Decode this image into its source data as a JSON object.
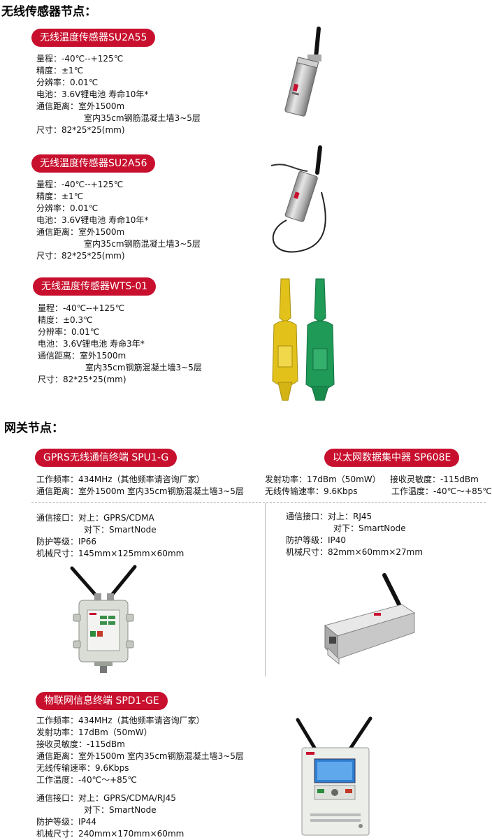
{
  "section_sensors": "无线传感器节点：",
  "sensors": [
    {
      "title": "无线温度传感器SU2A55",
      "range": "量程：-40℃--+125℃",
      "accuracy": "精度：±1℃",
      "resolution": "分辨率：0.01℃",
      "battery": "电池：3.6V锂电池 寿命10年*",
      "distance_outdoor": "通信距离：室外1500m",
      "distance_indoor": "室内35cm钢筋混凝土墙3~5层",
      "size": "尺寸：82*25*25(mm)"
    },
    {
      "title": "无线温度传感器SU2A56",
      "range": "量程：-40℃--+125℃",
      "accuracy": "精度：±1℃",
      "resolution": "分辨率：0.01℃",
      "battery": "电池：3.6V锂电池 寿命10年*",
      "distance_outdoor": "通信距离：室外1500m",
      "distance_indoor": "室内35cm钢筋混凝土墙3~5层",
      "size": "尺寸：82*25*25(mm)"
    },
    {
      "title": "无线温度传感器WTS-01",
      "range": "量程：-40℃--+125℃",
      "accuracy": "精度：±0.3℃",
      "resolution": "分辨率：0.01℃",
      "battery": "电池：3.6V锂电池 寿命3年*",
      "distance_outdoor": "通信距离：室外1500m",
      "distance_indoor": "室内35cm钢筋混凝土墙3~5层",
      "size": "尺寸：82*25*25(mm)"
    }
  ],
  "section_gateways": "网关节点：",
  "spu": {
    "title": "GPRS无线通信终端 SPU1-G",
    "freq": "工作频率：434MHz（其他频率请咨询厂家）",
    "distance": "通信距离：室外1500m 室内35cm钢筋混凝土墙3~5层",
    "iface_up": "通信接口：对上：GPRS/CDMA",
    "iface_down": "对下：SmartNode",
    "protection": "防护等级：IP66",
    "size": "机械尺寸：145mm×125mm×60mm"
  },
  "sp608": {
    "title": "以太网数据集中器 SP608E",
    "tx_power": "发射功率：17dBm（50mW）",
    "rx_sens": "接收灵敏度：-115dBm",
    "rate": "无线传输速率：9.6Kbps",
    "temp": "工作温度：-40℃～+85℃",
    "iface_up": "通信接口：对上：RJ45",
    "iface_down": "对下：SmartNode",
    "protection": "防护等级：IP40",
    "size": "机械尺寸：82mm×60mm×27mm"
  },
  "spd": {
    "title": "物联网信息终端 SPD1-GE",
    "freq": "工作频率：434MHz（其他频率请咨询厂家）",
    "tx_power": "发射功率：17dBm（50mW）",
    "rx_sens": "接收灵敏度：-115dBm",
    "distance": "通信距离：室外1500m 室内35cm钢筋混凝土墙3~5层",
    "rate": "无线传输速率：9.6Kbps",
    "temp": "工作温度：-40℃～+85℃",
    "iface_up": "通信接口：对上：GPRS/CDMA/RJ45",
    "iface_down": "对下：SmartNode",
    "protection": "防护等级：IP44",
    "size": "机械尺寸：240mm×170mm×60mm"
  },
  "colors": {
    "accent": "#c8102e",
    "yellow_sensor": "#e2c21a",
    "green_sensor": "#1f9a57"
  }
}
